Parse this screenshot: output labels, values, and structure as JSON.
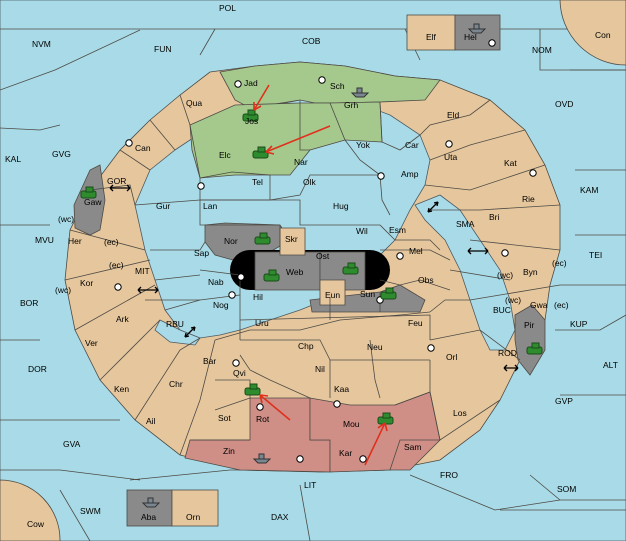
{
  "colors": {
    "sea": "#a8dbe7",
    "land": "#e6c79d",
    "green": "#a5c98d",
    "red": "#cf8f87",
    "grey": "#8a8a8a",
    "arrow": "#e0301c"
  },
  "territories": {
    "pol": "POL",
    "nvm": "NVM",
    "fun": "FUN",
    "cob": "COB",
    "nom": "NOM",
    "con": "Con",
    "elf": "Elf",
    "hel": "Hel",
    "kal": "KAL",
    "gvg": "GVG",
    "ovd": "OVD",
    "kam": "KAM",
    "tei": "TEI",
    "mvu": "MVU",
    "bor": "BOR",
    "dor": "DOR",
    "alt": "ALT",
    "kup": "KUP",
    "gvp": "GVP",
    "gva": "GVA",
    "fro": "FRO",
    "som": "SOM",
    "lit": "LIT",
    "swm": "SWM",
    "dax": "DAX",
    "cow": "Cow",
    "aba": "Aba",
    "orn": "Orn",
    "jad": "Jad",
    "sch": "Sch",
    "qua": "Qua",
    "jos": "Jos",
    "grh": "Grh",
    "elc": "Elc",
    "can": "Can",
    "eld": "Eld",
    "yok": "Yok",
    "car": "Car",
    "uta": "Uta",
    "kat": "Kat",
    "nar": "Nar",
    "tel": "Tel",
    "olk": "Olk",
    "amp": "Amp",
    "gaw": "Gaw",
    "gor": "GOR",
    "gur": "Gur",
    "lan": "Lan",
    "hug": "Hug",
    "rie": "Rie",
    "bri": "Bri",
    "wil": "Wil",
    "esm": "Esm",
    "sma": "SMA",
    "nor": "Nor",
    "skr": "Skr",
    "mel": "Mel",
    "her": "Her",
    "sap": "Sap",
    "ost": "Ost",
    "web": "Web",
    "byn": "Byn",
    "mit": "MIT",
    "kor": "Kor",
    "nab": "Nab",
    "obs": "Obs",
    "eun": "Eun",
    "sun": "Sun",
    "gwa": "Gwa",
    "hil": "Hil",
    "nog": "Nog",
    "buc": "BUC",
    "ark": "Ark",
    "rbu": "RBU",
    "uru": "Uru",
    "feu": "Feu",
    "pir": "Pir",
    "ver": "Ver",
    "chp": "Chp",
    "neu": "Neu",
    "bar": "Bar",
    "qvi": "Qvi",
    "rod": "ROD",
    "nil": "Nil",
    "orl": "Orl",
    "ken": "Ken",
    "chr": "Chr",
    "kaa": "Kaa",
    "ail": "Ail",
    "sot": "Sot",
    "rot": "Rot",
    "mou": "Mou",
    "los": "Los",
    "zin": "Zin",
    "kar": "Kar",
    "sam": "Sam"
  },
  "coast_marks": {
    "wc": "(wc)",
    "ec": "(ec)"
  }
}
